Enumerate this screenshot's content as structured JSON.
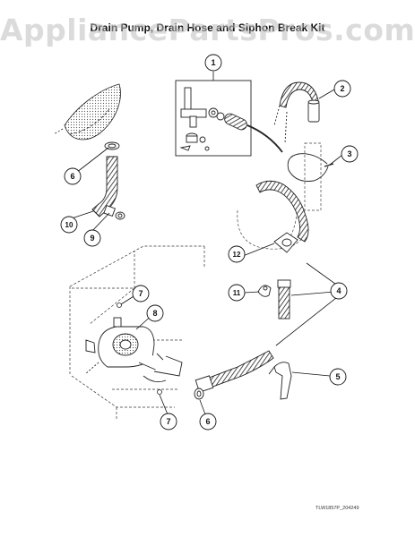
{
  "diagram": {
    "watermark": "AppliancePartsPros.com",
    "title": "Drain Pump, Drain Hose and Siphon Break Kit",
    "drawing_code": "TLW1857P_204249",
    "callouts": [
      {
        "id": "c1",
        "label": "1"
      },
      {
        "id": "c2",
        "label": "2"
      },
      {
        "id": "c3",
        "label": "3"
      },
      {
        "id": "c4",
        "label": "4"
      },
      {
        "id": "c5",
        "label": "5"
      },
      {
        "id": "c6a",
        "label": "6"
      },
      {
        "id": "c6b",
        "label": "6"
      },
      {
        "id": "c7a",
        "label": "7"
      },
      {
        "id": "c7b",
        "label": "7"
      },
      {
        "id": "c8",
        "label": "8"
      },
      {
        "id": "c9",
        "label": "9"
      },
      {
        "id": "c10",
        "label": "10"
      },
      {
        "id": "c11",
        "label": "11"
      },
      {
        "id": "c12",
        "label": "12"
      }
    ],
    "colors": {
      "line": "#1a1a1a",
      "watermark": "#bebebe",
      "hose": "#2a2a2a"
    }
  }
}
